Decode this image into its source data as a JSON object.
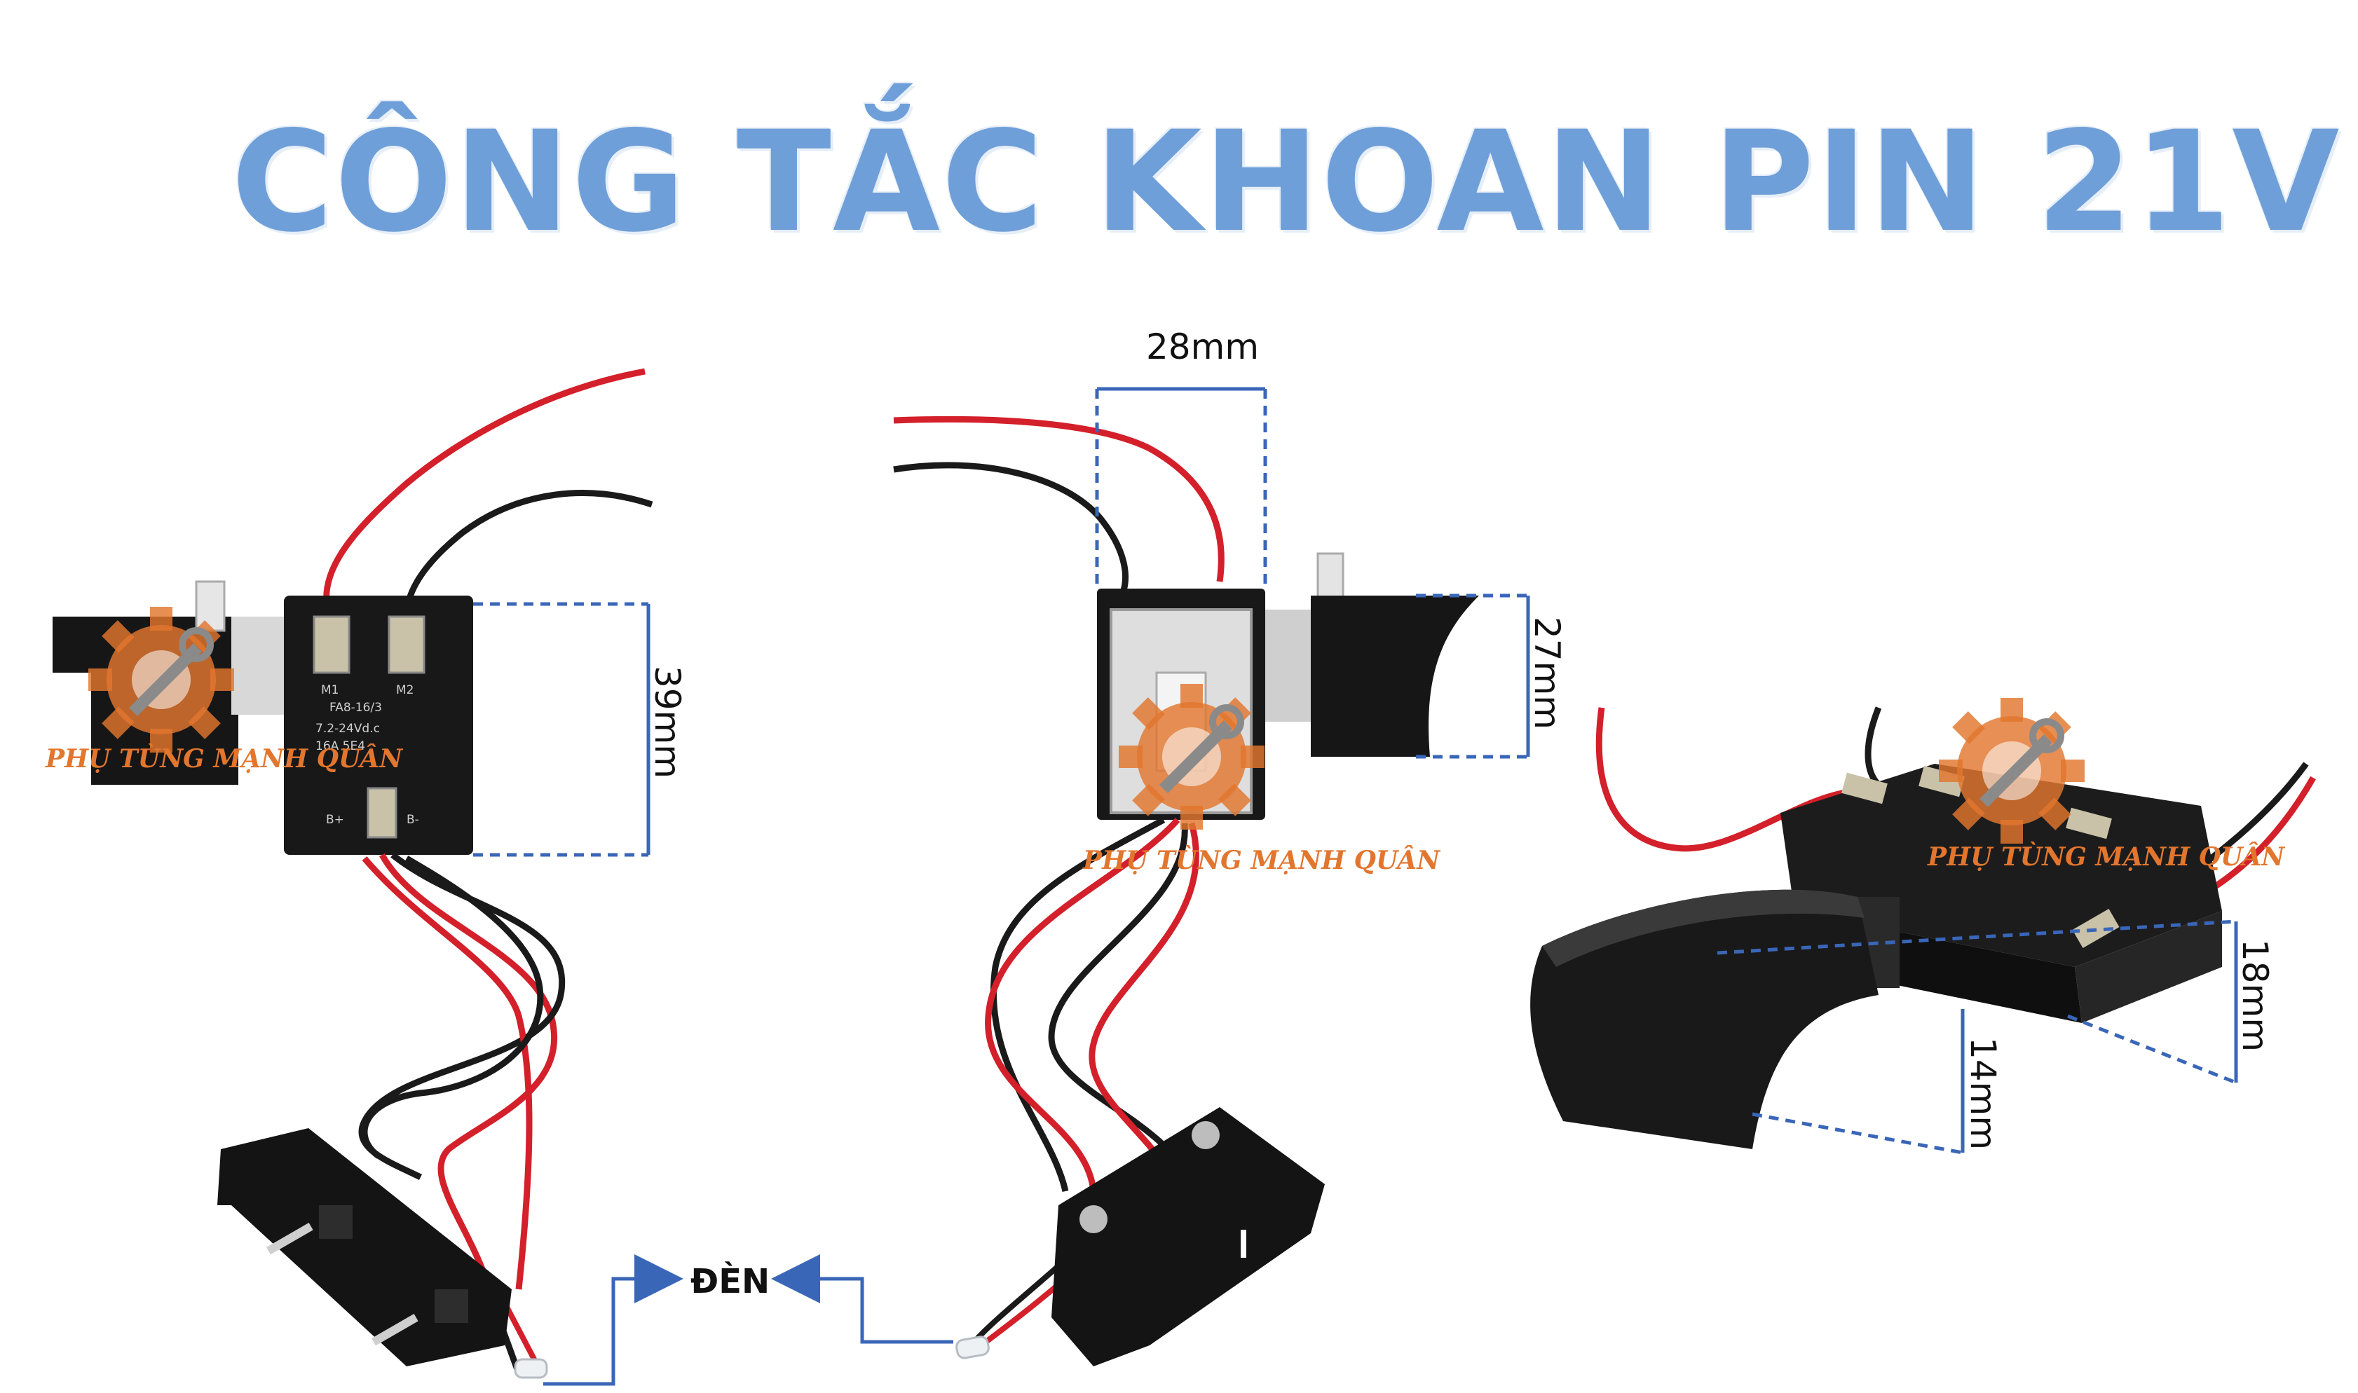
{
  "title": "CÔNG TẮC KHOAN PIN 21V",
  "dimensions": {
    "height_front": "39mm",
    "width_side": "28mm",
    "trigger_height": "27mm",
    "body_height": "18mm",
    "trigger_depth": "14mm"
  },
  "lamp_label": "ĐÈN",
  "watermark": "PHỤ TÙNG MẠNH QUÂN",
  "switch_print": {
    "terminal_m1": "M1",
    "terminal_m2": "M2",
    "model": "FA8-16/3",
    "voltage": "7.2-24Vd.c",
    "rating": "16A 5E4",
    "b_minus": "B-",
    "b_plus": "B+"
  },
  "colors": {
    "title": "#6f9fd8",
    "dimension_line": "#3a66b8",
    "wire_red": "#d3202a",
    "wire_black": "#1a1a1a",
    "switch_body": "#161616",
    "watermark": "#e2762e"
  },
  "icons": [
    "gear-wrench-logo-icon",
    "arrow-left-icon"
  ]
}
